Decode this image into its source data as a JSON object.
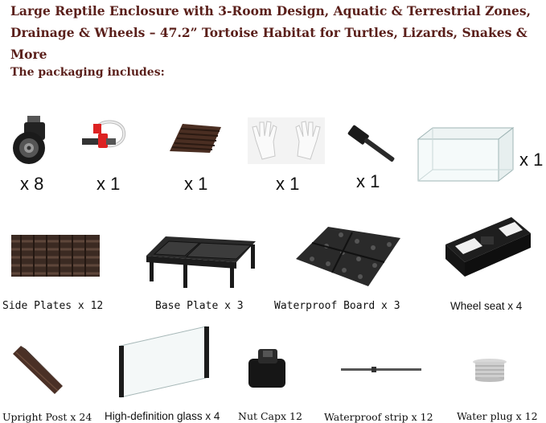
{
  "title_line1": "Large Reptile Enclosure with 3-Room Design, Aquatic & Terrestrial Zones,",
  "title_line2": "Drainage & Wheels – 47.2” Tortoise Habitat for Turtles, Lizards, Snakes & More",
  "packaging_heading": "The packaging includes:",
  "row1": [
    {
      "icon": "caster-wheel-icon",
      "qty": "x 8"
    },
    {
      "icon": "drain-valve-hose-icon",
      "qty": "x 1"
    },
    {
      "icon": "ramp-steps-icon",
      "qty": "x 1"
    },
    {
      "icon": "work-gloves-icon",
      "qty": "x 1"
    },
    {
      "icon": "rubber-mallet-icon",
      "qty": "x 1"
    },
    {
      "icon": "glass-tank-icon",
      "qty": "x 1"
    }
  ],
  "row2": [
    {
      "icon": "side-plate-icon",
      "label": "Side Plates x 12"
    },
    {
      "icon": "base-plate-icon",
      "label": "Base Plate x 3"
    },
    {
      "icon": "waterproof-board-icon",
      "label": "Waterproof Board x 3"
    },
    {
      "icon": "wheel-seat-icon",
      "label": "Wheel seat x 4"
    }
  ],
  "row3": [
    {
      "icon": "upright-post-icon",
      "label": "Upright Post x 24"
    },
    {
      "icon": "glass-panel-icon",
      "label": "High-definition glass x 4"
    },
    {
      "icon": "nut-cap-icon",
      "label": "Nut Capx 12"
    },
    {
      "icon": "waterproof-strip-icon",
      "label": "Waterproof strip x 12"
    },
    {
      "icon": "water-plug-icon",
      "label": "Water plug x 12"
    }
  ]
}
